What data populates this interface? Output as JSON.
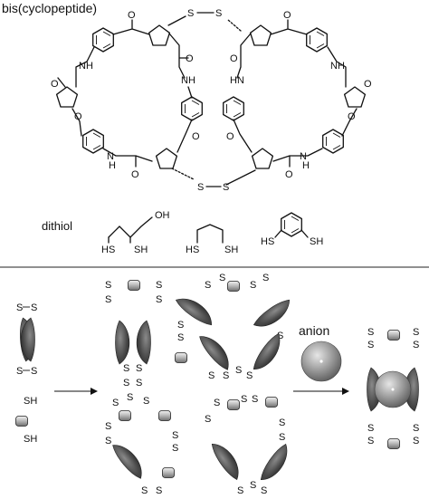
{
  "title": "bis(cyclopeptide)",
  "dithiol": {
    "heading": "dithiol",
    "compound1": {
      "oh": "OH",
      "sh_a": "HS",
      "sh_b": "SH"
    },
    "compound2": {
      "sh_a": "HS",
      "sh_b": "SH"
    },
    "compound3": {
      "sh_a": "HS",
      "sh_b": "SH"
    }
  },
  "structure_labels": {
    "s": "S",
    "o": "O",
    "nh": "NH",
    "hn": "HN",
    "n": "N",
    "h": "H"
  },
  "scheme": {
    "anion_label": "anion",
    "dithiol_sh": "SH",
    "s": "S"
  },
  "colors": {
    "ink": "#111111",
    "cone_dark": "#3a3a3a",
    "cone_light": "#8a8a8a",
    "sphere_dark": "#555555",
    "sphere_light": "#dcdcdc"
  }
}
